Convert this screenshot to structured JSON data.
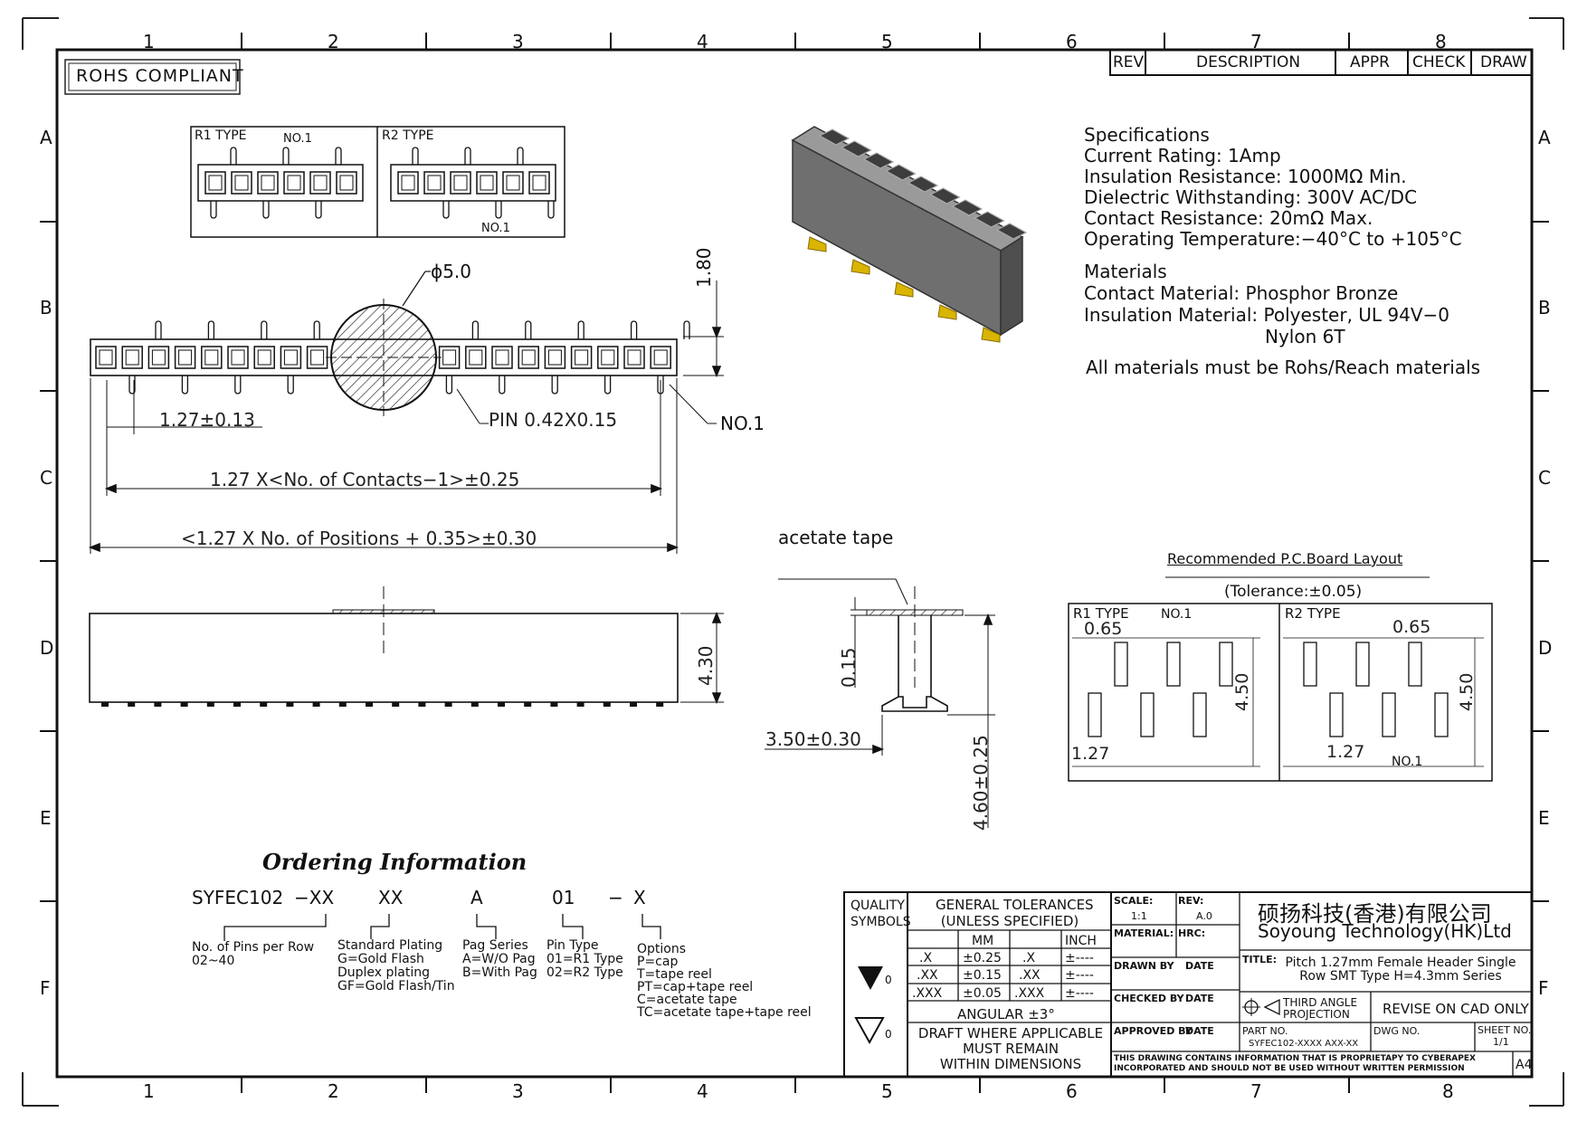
{
  "frame": {
    "columns": [
      "1",
      "2",
      "3",
      "4",
      "5",
      "6",
      "7",
      "8"
    ],
    "rows": [
      "A",
      "B",
      "C",
      "D",
      "E",
      "F"
    ]
  },
  "rohs": "ROHS COMPLIANT",
  "revision_table": {
    "rev": "REV",
    "description": "DESCRIPTION",
    "appr": "APPR",
    "check": "CHECK",
    "draw": "DRAW"
  },
  "types_box": {
    "r1": "R1 TYPE",
    "r2": "R2 TYPE",
    "no1": "NO.1"
  },
  "specifications": {
    "heading": "Specifications",
    "lines": [
      "Current Rating:   1Amp",
      "Insulation Resistance:   1000MΩ Min.",
      "Dielectric Withstanding:   300V AC/DC",
      "Contact Resistance:   20mΩ Max.",
      "Operating Temperature:−40°C to +105°C"
    ]
  },
  "materials": {
    "heading": "Materials",
    "lines": [
      "Contact Material: Phosphor Bronze",
      "Insulation Material: Polyester, UL 94V−0",
      "Nylon 6T"
    ],
    "note": "All materials must be Rohs/Reach materials"
  },
  "front_view": {
    "diameter": "ϕ5.0",
    "height": "1.80",
    "pitch": "1.27±0.13",
    "pin": "PIN 0.42X0.15",
    "no1": "NO.1",
    "span": "1.27 X<No. of Contacts−1>±0.25",
    "overall": "<1.27 X No. of Positions + 0.35>±0.30"
  },
  "side_view": {
    "height": "4.30"
  },
  "section_view": {
    "label": "acetate tape",
    "tape": "0.15",
    "foot": "3.50±0.30",
    "total": "4.60±0.25"
  },
  "pcb_layout": {
    "title": "Recommended P.C.Board Layout",
    "tolerance": "(Tolerance:±0.05)",
    "r1": "R1 TYPE",
    "r2": "R2 TYPE",
    "no1": "NO.1",
    "pitch_a": "0.65",
    "height": "4.50",
    "pitch_b": "1.27"
  },
  "ordering": {
    "title": "Ordering Information",
    "code": [
      "SYFEC102",
      "−XX",
      "XX",
      "A",
      "01",
      "−",
      "X"
    ],
    "col1": [
      "No. of Pins per Row",
      "02~40"
    ],
    "col2": [
      "Standard Plating",
      "G=Gold Flash",
      "Duplex plating",
      "GF=Gold Flash/Tin"
    ],
    "col3": [
      "Pag Series",
      "A=W/O Pag",
      "B=With Pag"
    ],
    "col4": [
      "Pin Type",
      "01=R1 Type",
      "02=R2 Type"
    ],
    "col5": [
      "Options",
      "P=cap",
      "T=tape reel",
      "PT=cap+tape reel",
      "C=acetate tape",
      "TC=acetate tape+tape reel"
    ]
  },
  "title_block": {
    "quality": [
      "QUALITY",
      "SYMBOLS"
    ],
    "sym0": "0",
    "tolerances": [
      "GENERAL TOLERANCES",
      "(UNLESS SPECIFIED)"
    ],
    "mm": "MM",
    "inch": "INCH",
    "rows": [
      [
        ".X",
        "±0.25",
        ".X",
        "±----"
      ],
      [
        ".XX",
        "±0.15",
        ".XX",
        "±----"
      ],
      [
        ".XXX",
        "±0.05",
        ".XXX",
        "±----"
      ]
    ],
    "angular": "ANGULAR ±3°",
    "draft": [
      "DRAFT WHERE APPLICABLE",
      "MUST REMAIN",
      "WITHIN DIMENSIONS"
    ],
    "scale_label": "SCALE:",
    "scale": "1:1",
    "rev_label": "REV:",
    "rev": "A.0",
    "material": "MATERIAL:",
    "hrc": "HRC:",
    "drawn": "DRAWN BY",
    "checked": "CHECKED BY",
    "approved": "APPROVED BY",
    "date": "DATE",
    "company_cn": "硕扬科技(香港)有限公司",
    "company_en": "Soyoung Technology(HK)Ltd",
    "title_label": "TITLE:",
    "title": [
      "Pitch 1.27mm Female Header Single",
      "Row SMT Type H=4.3mm Series"
    ],
    "projection": [
      "THIRD ANGLE",
      "PROJECTION"
    ],
    "revise": "REVISE ON CAD ONLY",
    "part_label": "PART NO.",
    "part": "SYFEC102-XXXX AXX-XX",
    "dwg": "DWG NO.",
    "sheet_label": "SHEET NO.",
    "sheet": "1/1",
    "notice": [
      "THIS DRAWING CONTAINS INFORMATION THAT IS PROPRIETAPY TO CYBERAPEX",
      "INCORPORATED AND SHOULD NOT BE USED WITHOUT WRITTEN PERMISSION"
    ],
    "size": "A4"
  }
}
